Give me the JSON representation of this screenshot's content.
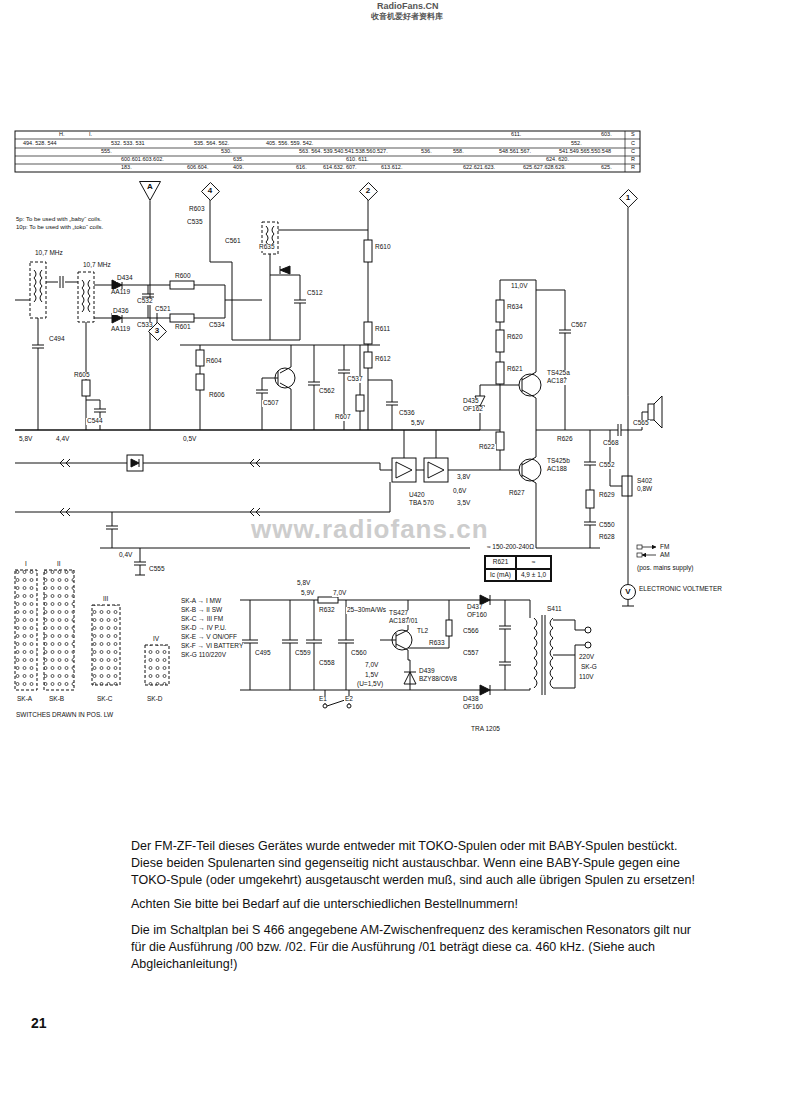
{
  "diagram": {
    "nodes": [
      {
        "text": [
          "A"
        ]
      },
      {
        "text": [
          "4"
        ]
      },
      {
        "text": [
          "2"
        ]
      },
      {
        "text": [
          "1"
        ]
      },
      {
        "text": [
          "3"
        ]
      },
      {
        "text": [
          "R621",
          "≈",
          "Ic (mA)",
          "4,9 ± 1,0"
        ]
      },
      {
        "text": [
          "V"
        ]
      }
    ],
    "edges": [
      {
        "from": 3,
        "to": 6,
        "arrow": "none"
      }
    ],
    "labels": [
      "RadioFans.CN",
      "收音机爱好者资料库",
      "H.",
      "I.",
      "611.",
      "603.",
      "S",
      "494. 528. 544",
      "532. 533. 531",
      "535. 564. 562.",
      "405. 556. 559. 542.",
      "552.",
      "C",
      "555.",
      "530.",
      "563. 564. 539.540.541.538.560.527.",
      "536.",
      "558.",
      "548.561.567.",
      "541.549.565.550.548",
      "C",
      "600.601.603.602.",
      "635.",
      "610. 611.",
      "624. 620.",
      "R",
      "183.",
      "606.604.",
      "409.",
      "616.",
      "614.632. 607.",
      "613.612.",
      "622.621.623.",
      "625.627.628.629.",
      "625.",
      "R",
      "5p: To be used with „baby“ coils.",
      "10p: To be used with „toko“ coils.",
      "R603",
      "C535",
      "C561",
      "R635",
      "R610",
      "C512",
      "R611",
      "10,7 MHz",
      "10,7 MHz",
      "D434",
      "AA119",
      "R600",
      "C532",
      "C521",
      "R601",
      "C533",
      "C534",
      "D436",
      "AA119",
      "C494",
      "R605",
      "C544",
      "R604",
      "R606",
      "C507",
      "C562",
      "C537",
      "R612",
      "R607",
      "C536",
      "R634",
      "R620",
      "11,0V",
      "R621",
      "C567",
      "TS425a",
      "AC187",
      "D435",
      "OF162",
      "R622",
      "R626",
      "TS425b",
      "AC188",
      "R627",
      "C565",
      "C568",
      "C552",
      "S402",
      "0,8W",
      "R629",
      "C550",
      "R628",
      "5,8V",
      "4,4V",
      "0,5V",
      "5,5V",
      "3,8V",
      "0,6V",
      "3,5V",
      "U420",
      "TBA 570",
      "0,4V",
      "C555",
      "≈ 150-200-240Ω",
      "(pos. mains supply)",
      "ELECTRONIC VOLTMETER",
      "5,8V",
      "5,9V",
      "7,0V",
      "R632",
      "25–30mA/Ws",
      "TS427",
      "AC187/01",
      "TL2",
      "R633",
      "D437",
      "OF160",
      "S411",
      "C566",
      "C557",
      "D438",
      "OF160",
      "D439",
      "BZY88/C6V8",
      "C495",
      "C559",
      "C558",
      "C560",
      "7,0V",
      "1,5V",
      "(U=1,5V)",
      "220V",
      "SK-G",
      "110V",
      "E1",
      "E2",
      "TRA 1205",
      "I",
      "II",
      "III",
      "IV",
      "SK-A",
      "SK-B",
      "SK-C",
      "SK-D",
      "SWITCHES DRAWN IN POS. LW",
      "SK-A → I MW",
      "SK-B → II SW",
      "SK-C → III FM",
      "SK-D → IV P.U.",
      "SK-E → V ON/OFF",
      "SK-F → VI BATTERY",
      "SK-G 110/220V",
      "www.radiofans.cn",
      "Der FM-ZF-Teil dieses Gerätes wurde entweder mit TOKO-Spulen oder mit BABY-Spulen bestückt. Diese beiden Spulenarten sind gegenseitig nicht austauschbar. Wenn eine BABY-Spule gegen eine TOKO-Spule (oder umgekehrt) ausgetauscht werden muß, sind auch alle übrigen Spulen zu ersetzen!",
      "Achten Sie bitte bei Bedarf auf die unterschiedlichen Bestellnummern!",
      "Die im Schaltplan bei S 466 angegebene AM-Zwischenfrequenz des keramischen Resonators gilt nur für die Ausführung /00 bzw. /02. Für die Ausführung /01 beträgt diese ca. 460 kHz. (Siehe auch Abgleichanleitung!)",
      "21"
    ],
    "legend": [
      {
        "text": "FM"
      },
      {
        "text": "AM"
      }
    ]
  }
}
